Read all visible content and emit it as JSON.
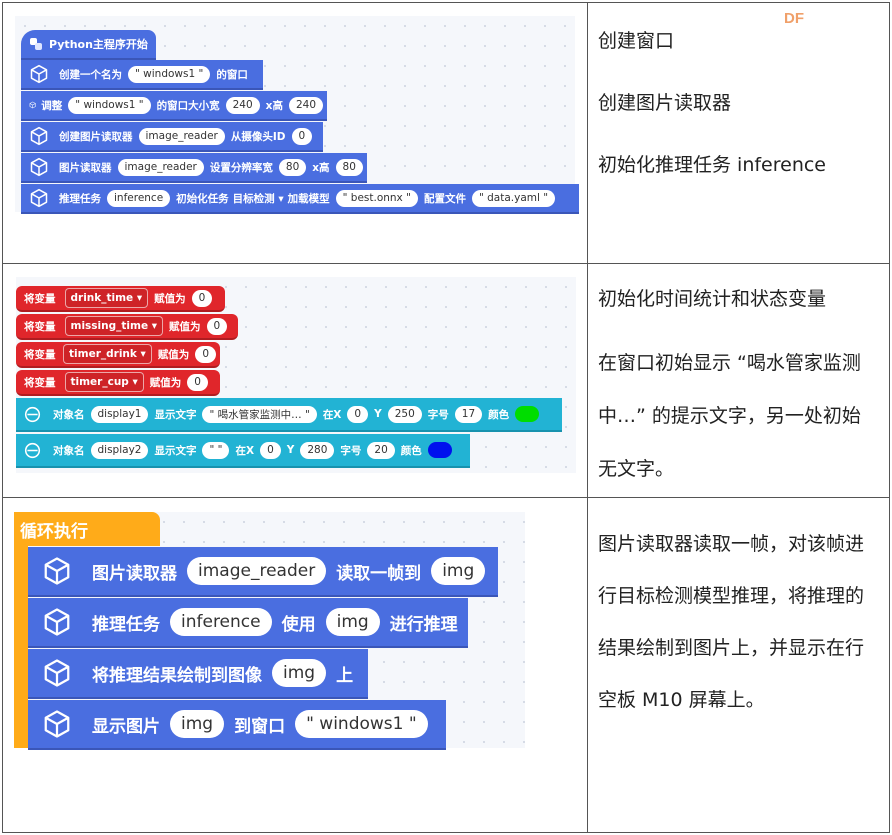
{
  "watermark": "DF",
  "colors": {
    "block_blue": "#4a6ee0",
    "block_red": "#e0262b",
    "block_cyan": "#22b3d4",
    "block_orange": "#ffab19",
    "swatch_green": "#00dd00",
    "swatch_blue": "#0010ee"
  },
  "row1": {
    "hat": "Python主程序开始",
    "blocks": [
      {
        "t1": "创建一个名为",
        "v1": "\" windows1 \"",
        "t2": "的窗口"
      },
      {
        "t1": "调整",
        "v1": "\" windows1 \"",
        "t2": "的窗口大小宽",
        "v2": "240",
        "t3": "x高",
        "v3": "240"
      },
      {
        "t1": "创建图片读取器",
        "v1": "image_reader",
        "t2": "从摄像头ID",
        "v2": "0"
      },
      {
        "t1": "图片读取器",
        "v1": "image_reader",
        "t2": "设置分辨率宽",
        "v2": "80",
        "t3": "x高",
        "v3": "80"
      },
      {
        "t1": "推理任务",
        "v1": "inference",
        "t2": "初始化任务",
        "dd1": "目标检测 ▾",
        "t3": "加载模型",
        "v2": "\" best.onnx \"",
        "t4": "配置文件",
        "v3": "\" data.yaml \""
      }
    ],
    "desc": [
      "创建窗口",
      "创建图片读取器",
      "初始化推理任务 inference"
    ]
  },
  "row2": {
    "vars": [
      {
        "t1": "将变量",
        "dd": "drink_time ▾",
        "t2": "赋值为",
        "v": "0"
      },
      {
        "t1": "将变量",
        "dd": "missing_time ▾",
        "t2": "赋值为",
        "v": "0"
      },
      {
        "t1": "将变量",
        "dd": "timer_drink ▾",
        "t2": "赋值为",
        "v": "0"
      },
      {
        "t1": "将变量",
        "dd": "timer_cup ▾",
        "t2": "赋值为",
        "v": "0"
      }
    ],
    "displays": [
      {
        "t1": "对象名",
        "obj": "display1",
        "t2": "显示文字",
        "text": "\" 喝水管家监测中… \"",
        "t3": "在X",
        "x": "0",
        "t4": "Y",
        "y": "250",
        "t5": "字号",
        "size": "17",
        "t6": "颜色"
      },
      {
        "t1": "对象名",
        "obj": "display2",
        "t2": "显示文字",
        "text": "\"  \"",
        "t3": "在X",
        "x": "0",
        "t4": "Y",
        "y": "280",
        "t5": "字号",
        "size": "20",
        "t6": "颜色"
      }
    ],
    "desc": [
      "初始化时间统计和状态变量",
      "在窗口初始显示 “喝水管家监测中…” 的提示文字，另一处初始无文字。"
    ]
  },
  "row3": {
    "hat": "循环执行",
    "blocks": [
      {
        "t1": "图片读取器",
        "v1": "image_reader",
        "t2": "读取一帧到",
        "v2": "img"
      },
      {
        "t1": "推理任务",
        "v1": "inference",
        "t2": "使用",
        "v2": "img",
        "t3": "进行推理"
      },
      {
        "t1": "将推理结果绘制到图像",
        "v1": "img",
        "t2": "上"
      },
      {
        "t1": "显示图片",
        "v1": "img",
        "t2": "到窗口",
        "v2": "\" windows1 \""
      }
    ],
    "desc": "图片读取器读取一帧，对该帧进行目标检测模型推理，将推理的结果绘制到图片上，并显示在行空板 M10 屏幕上。"
  }
}
